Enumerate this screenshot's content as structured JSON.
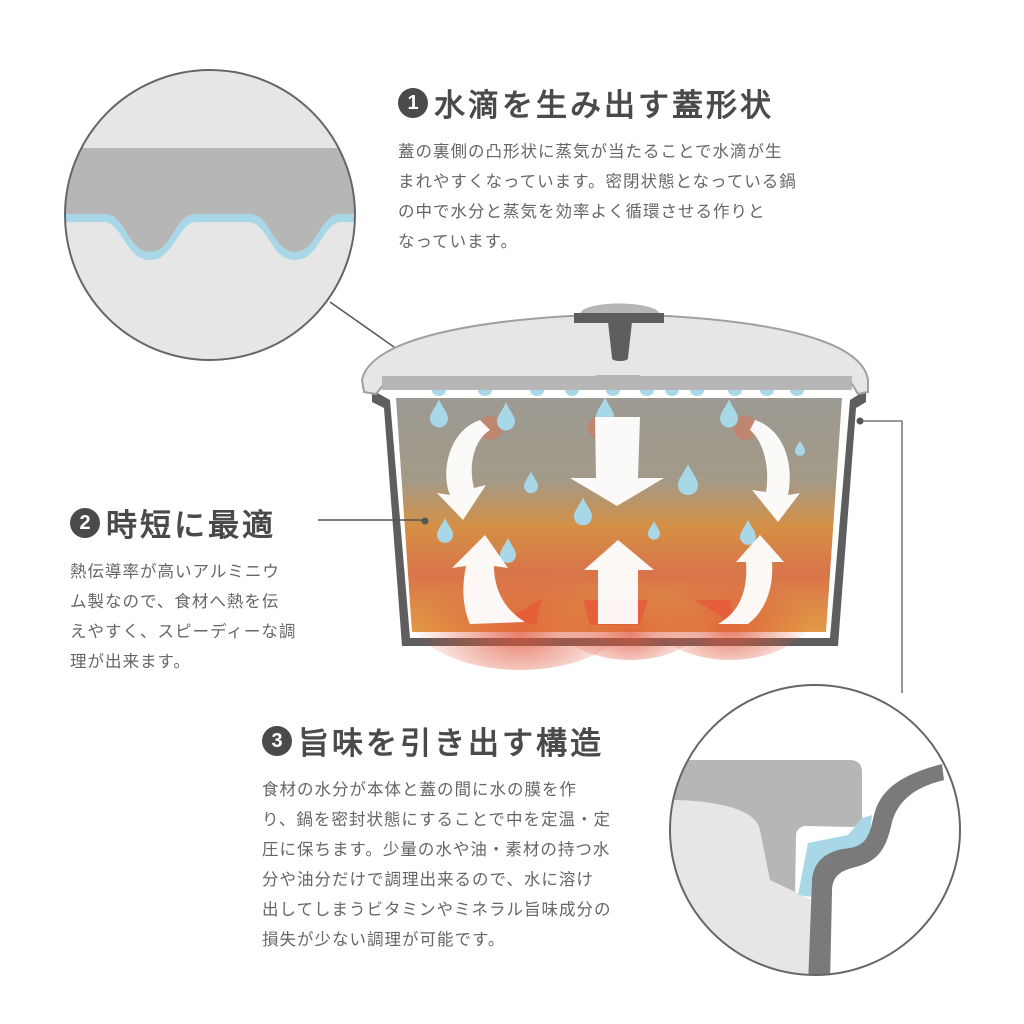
{
  "features": [
    {
      "number": "1",
      "title": "水滴を生み出す蓋形状",
      "lines": [
        "蓋の裏側の凸形状に蒸気が当たることで水滴が生",
        "まれやすくなっています。密閉状態となっている鍋",
        "の中で水分と蒸気を効率よく循環させる作りと",
        "なっています。"
      ]
    },
    {
      "number": "2",
      "title": "時短に最適",
      "lines": [
        "熱伝導率が高いアルミニウ",
        "ム製なので、食材へ熱を伝",
        "えやすく、スピーディーな調",
        "理が出来ます。"
      ]
    },
    {
      "number": "3",
      "title": "旨味を引き出す構造",
      "lines": [
        "食材の水分が本体と蓋の間に水の膜を作",
        "り、鍋を密封状態にすることで中を定温・定",
        "圧に保ちます。少量の水や油・素材の持つ水",
        "分や油分だけで調理出来るので、水に溶け",
        "出してしまうビタミンやミネラル旨味成分の",
        "損失が少ない調理が可能です。"
      ]
    }
  ],
  "colors": {
    "text_dark": "#4a4a4a",
    "text_body": "#666666",
    "water": "#a8d8e8",
    "lid": "#e6e6e6",
    "lid_rim": "#b4b4b4",
    "pot_wall": "#5e5e5e",
    "heat_top": "#9a9890",
    "heat_bottom": "#e4893c",
    "heat_red": "#e55a3a"
  }
}
